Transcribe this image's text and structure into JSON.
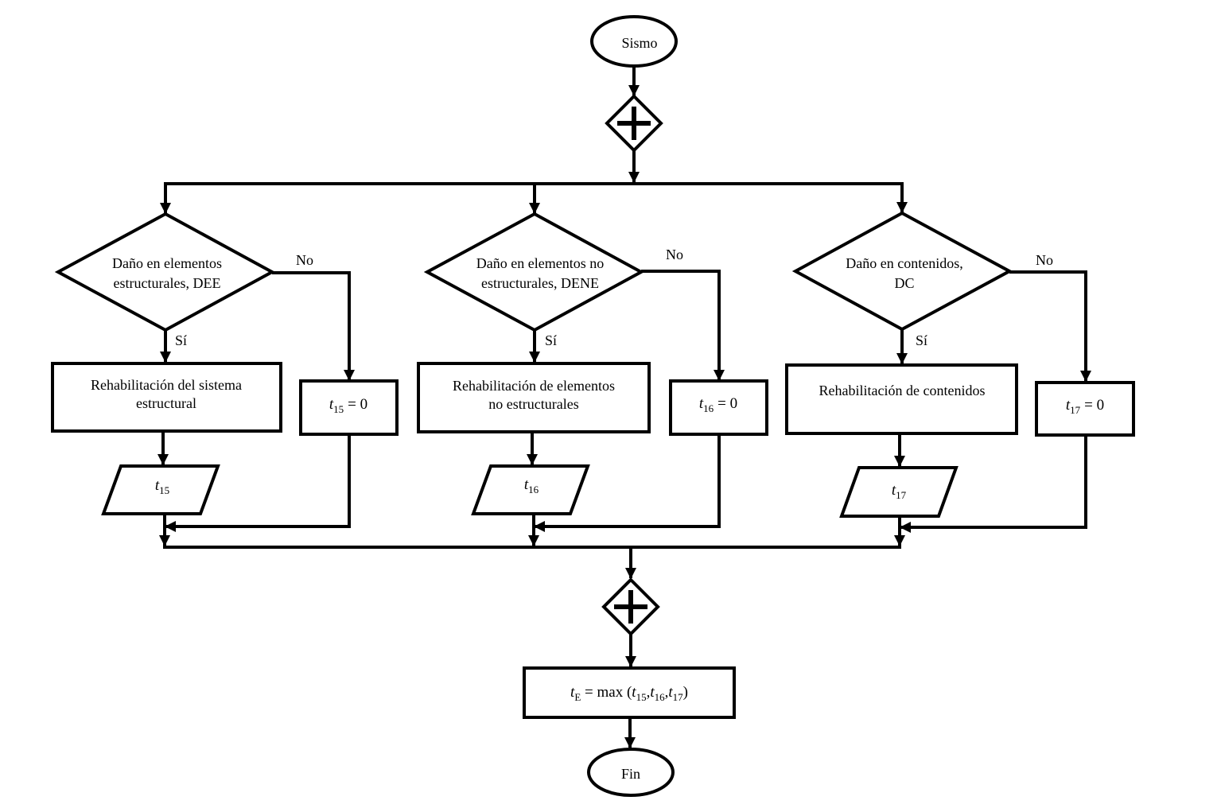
{
  "start": {
    "label": "Sismo"
  },
  "end": {
    "label": "Fin"
  },
  "branches": [
    {
      "decision_line1": "Daño en elementos",
      "decision_line2": "estructurales, DEE",
      "yes_label": "Sí",
      "no_label": "No",
      "process_line1": "Rehabilitación del sistema",
      "process_line2": "estructural",
      "zero_var": "t",
      "zero_sub": "15",
      "zero_rhs": "= 0",
      "output_var": "t",
      "output_sub": "15"
    },
    {
      "decision_line1": "Daño en elementos no",
      "decision_line2": "estructurales, DENE",
      "yes_label": "Sí",
      "no_label": "No",
      "process_line1": "Rehabilitación de elementos",
      "process_line2": "no estructurales",
      "zero_var": "t",
      "zero_sub": "16",
      "zero_rhs": "= 0",
      "output_var": "t",
      "output_sub": "16"
    },
    {
      "decision_line1": "Daño en contenidos,",
      "decision_line2": "DC",
      "yes_label": "Sí",
      "no_label": "No",
      "process_line1": "Rehabilitación de contenidos",
      "process_line2": "",
      "zero_var": "t",
      "zero_sub": "17",
      "zero_rhs": "= 0",
      "output_var": "t",
      "output_sub": "17"
    }
  ],
  "final": {
    "lhs_var": "t",
    "lhs_sub": "E",
    "eq": " = max (",
    "v1": "t",
    "s1": "15",
    "c1": ",",
    "v2": "t",
    "s2": "16",
    "c2": ",",
    "v3": "t",
    "s3": "17",
    "close": ")"
  }
}
